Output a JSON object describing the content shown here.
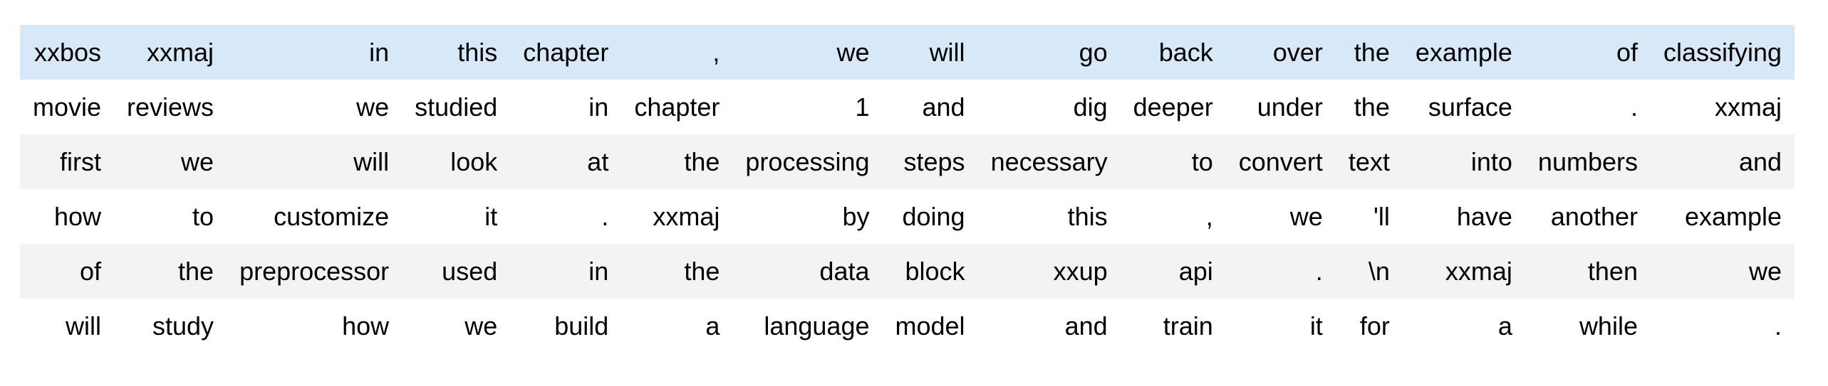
{
  "colors": {
    "header_row_bg": "#d7e9f9",
    "stripe_row_bg": "#f3f3f4",
    "plain_row_bg": "#ffffff",
    "text": "#000000",
    "page_bg": "#ffffff"
  },
  "table": {
    "kind": "tokenized-text-dataframe",
    "columns_count": 15,
    "rows_count": 6,
    "rows": [
      [
        "xxbos",
        "xxmaj",
        "in",
        "this",
        "chapter",
        ",",
        "we",
        "will",
        "go",
        "back",
        "over",
        "the",
        "example",
        "of",
        "classifying"
      ],
      [
        "movie",
        "reviews",
        "we",
        "studied",
        "in",
        "chapter",
        "1",
        "and",
        "dig",
        "deeper",
        "under",
        "the",
        "surface",
        ".",
        "xxmaj"
      ],
      [
        "first",
        "we",
        "will",
        "look",
        "at",
        "the",
        "processing",
        "steps",
        "necessary",
        "to",
        "convert",
        "text",
        "into",
        "numbers",
        "and"
      ],
      [
        "how",
        "to",
        "customize",
        "it",
        ".",
        "xxmaj",
        "by",
        "doing",
        "this",
        ",",
        "we",
        "'ll",
        "have",
        "another",
        "example"
      ],
      [
        "of",
        "the",
        "preprocessor",
        "used",
        "in",
        "the",
        "data",
        "block",
        "xxup",
        "api",
        ".",
        "\\n",
        "xxmaj",
        "then",
        "we"
      ],
      [
        "will",
        "study",
        "how",
        "we",
        "build",
        "a",
        "language",
        "model",
        "and",
        "train",
        "it",
        "for",
        "a",
        "while",
        "."
      ]
    ]
  }
}
